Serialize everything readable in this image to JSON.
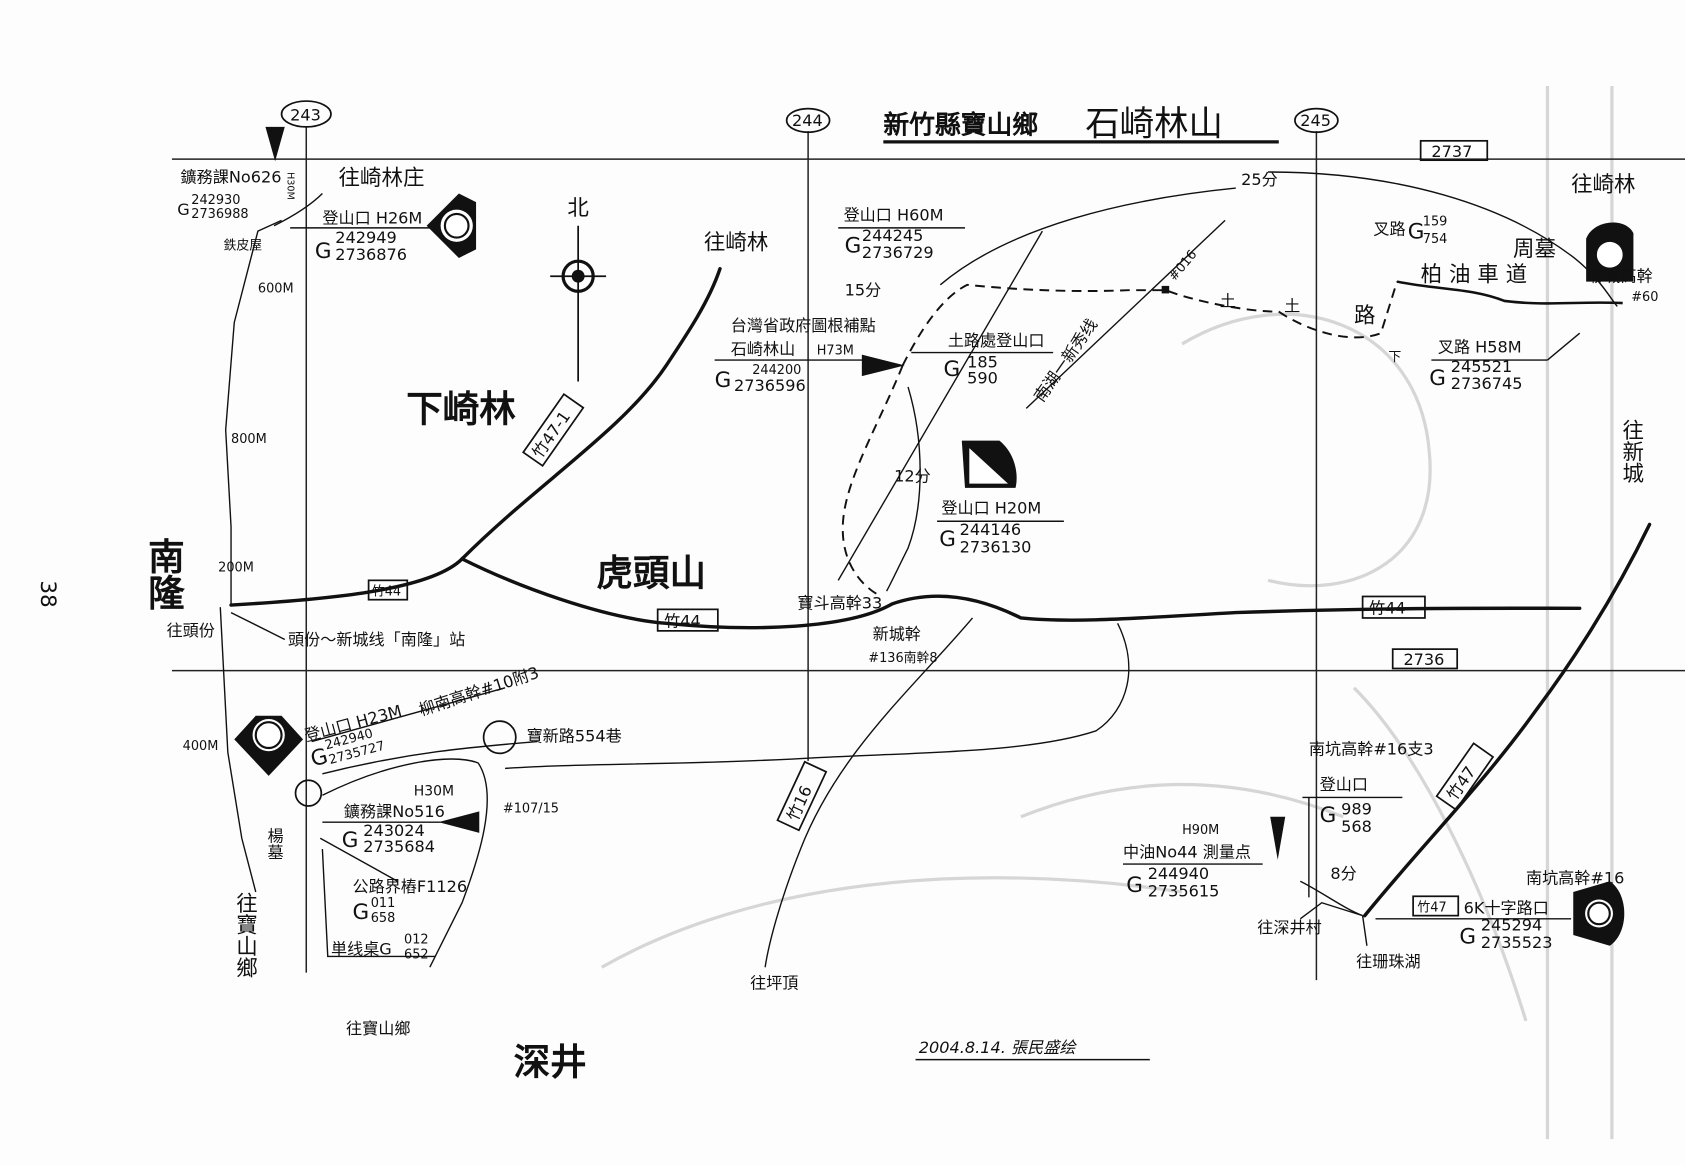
{
  "page_number": "38",
  "title": {
    "county": "新竹縣寶山鄉",
    "mountain": "石崎林山"
  },
  "grid": {
    "easting": [
      "243",
      "244",
      "245"
    ],
    "northing": [
      "2737",
      "2736"
    ]
  },
  "north_label": "北",
  "places": {
    "xiaqilin": "下崎林",
    "hutoushan": "虎頭山",
    "nanlong": "南隆",
    "shenjing": "深井"
  },
  "roads": {
    "zhu47_1": "竹47-1",
    "zhu44_a": "竹44",
    "zhu44_b": "竹44",
    "zhu44_c": "竹44",
    "zhu16": "竹16",
    "zhu47": "竹47",
    "zhu47_box": "竹47",
    "asphalt": "柏 油 車 道",
    "dirt_road": "路",
    "dirt_t1": "土",
    "dirt_t2": "土",
    "ridge_line": "南湖一新秀线",
    "pole_16": "#016",
    "down_mark": "下"
  },
  "directions": {
    "to_qilin_village": "往崎林庄",
    "to_qilin_mid": "往崎林",
    "to_qilin_right": "往崎林",
    "to_xincheng": "往新城",
    "to_toufen": "往頭份",
    "to_baoshan_left": "往寶山鄉",
    "to_baoshan_bottom": "往寶山鄉",
    "to_pingding": "往坪頂",
    "to_shenjing_village": "往深井村",
    "to_shanhuhu": "往珊珠湖"
  },
  "distances": {
    "d600": "600M",
    "d800": "800M",
    "d200": "200M",
    "d400": "400M"
  },
  "times": {
    "t15": "15分",
    "t12": "12分",
    "t25": "25分",
    "t8": "8分"
  },
  "waypoints": {
    "mine_tri": {
      "label": "鑛務課No626",
      "h": "H30M",
      "g1": "242930",
      "g2": "2736988",
      "note": "鉄皮屋"
    },
    "trailhead_243": {
      "label": "登山口 H26M",
      "g1": "242949",
      "g2": "2736876"
    },
    "trailhead_60": {
      "label": "登山口 H60M",
      "g1": "244245",
      "g2": "2736729"
    },
    "summit": {
      "label1": "台灣省政府圖根補點",
      "label2": "石崎林山",
      "h": "H73M",
      "g1": "244200",
      "g2": "2736596"
    },
    "dirt_trailhead": {
      "label": "土路處登山口",
      "g1": "185",
      "g2": "590"
    },
    "trailhead_20": {
      "label": "登山口 H20M",
      "g1": "244146",
      "g2": "2736130"
    },
    "pole_baodou": "寶斗高幹33",
    "pole_xincheng": {
      "label": "新城幹",
      "num": "#136南幹8"
    },
    "junction_159": {
      "label": "叉路",
      "g1": "159",
      "g2": "754"
    },
    "grave": "周墓",
    "pole_lianhe": {
      "label": "聯城高幹",
      "num": "#60"
    },
    "junction_58": {
      "label": "叉路 H58M",
      "g1": "245521",
      "g2": "2736745"
    },
    "station_note": "頭份～新城线「南隆」站",
    "trailhead_23": {
      "label": "登山口 H23M",
      "g1": "242940",
      "g2": "2735727"
    },
    "pole_liunan": "柳南高幹#10附3",
    "baoxin_road": "寶新路554巷",
    "pole_107": "#107/15",
    "mine_516": {
      "h": "H30M",
      "label": "鑛務課No516",
      "g1": "243024",
      "g2": "2735684"
    },
    "yang_grave": "楊墓",
    "highway_marker": {
      "label": "公路界樁F1126",
      "g1": "011",
      "g2": "658"
    },
    "single_pole": {
      "label": "単线桌G",
      "g1": "012",
      "g2": "652"
    },
    "pole_nankeng_16_3": "南坑高幹#16支3",
    "trailhead_989": {
      "label": "登山口",
      "g1": "989",
      "g2": "568"
    },
    "cpc_point": {
      "h": "H90M",
      "label": "中油No44 測量点",
      "g1": "244940",
      "g2": "2735615"
    },
    "pole_nankeng_16": "南坑高幹#16",
    "cross_6k": "6K十字路口",
    "trailhead_6k": {
      "g1": "245294",
      "g2": "2735523"
    }
  },
  "signature": "2004.8.14. 張民盛绘"
}
